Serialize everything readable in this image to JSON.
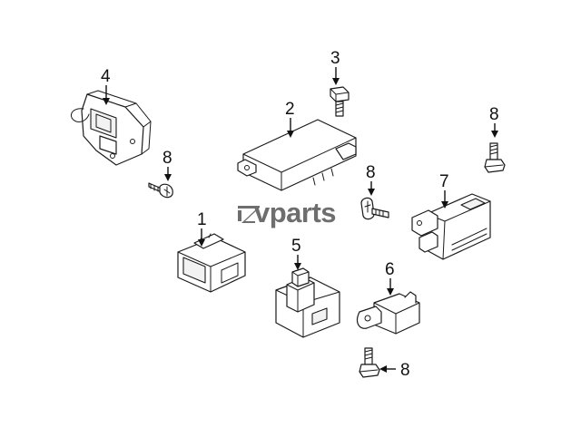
{
  "watermark": {
    "text": "vparts",
    "color": "#6e6e6e"
  },
  "callouts": {
    "c1": "1",
    "c2": "2",
    "c3": "3",
    "c4": "4",
    "c5": "5",
    "c6": "6",
    "c7": "7",
    "c8a": "8",
    "c8b": "8",
    "c8c": "8",
    "c8d": "8"
  }
}
